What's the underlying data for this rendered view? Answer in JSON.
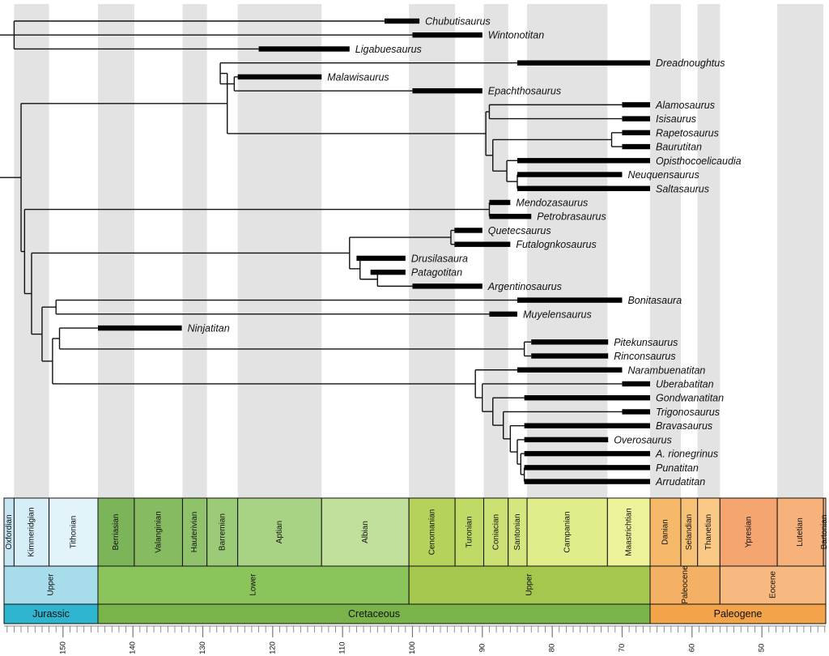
{
  "colors": {
    "band": "#e3e3e3",
    "branch": "#111111",
    "range_bar": "#000000",
    "jurassic": "#2fb5cf",
    "jurassic_upper": "#a7dcea",
    "cretaceous": "#7ab34a",
    "cretaceous_lower": "#8cc45c",
    "cretaceous_upper": "#a6c74e",
    "paleogene": "#f3a34a",
    "paleocene": "#f4b064",
    "eocene": "#f8b980"
  },
  "axis": {
    "tick_labels": [
      "150",
      "140",
      "130",
      "120",
      "110",
      "100",
      "90",
      "80",
      "70",
      "60",
      "50"
    ]
  },
  "taxa": [
    {
      "label": "Chubutisaurus",
      "range_ma": [
        104,
        99
      ]
    },
    {
      "label": "Wintonotitan",
      "range_ma": [
        100,
        90
      ]
    },
    {
      "label": "Ligabuesaurus",
      "range_ma": [
        122,
        109
      ]
    },
    {
      "label": "Dreadnoughtus",
      "range_ma": [
        85,
        66
      ]
    },
    {
      "label": "Malawisaurus",
      "range_ma": [
        125,
        113
      ]
    },
    {
      "label": "Epachthosaurus",
      "range_ma": [
        100,
        90
      ]
    },
    {
      "label": "Alamosaurus",
      "range_ma": [
        70,
        66
      ]
    },
    {
      "label": "Isisaurus",
      "range_ma": [
        70,
        66
      ]
    },
    {
      "label": "Rapetosaurus",
      "range_ma": [
        70,
        66
      ]
    },
    {
      "label": "Baurutitan",
      "range_ma": [
        70,
        66
      ]
    },
    {
      "label": "Opisthocoelicaudia",
      "range_ma": [
        85,
        66
      ]
    },
    {
      "label": "Neuquensaurus",
      "range_ma": [
        85,
        70
      ]
    },
    {
      "label": "Saltasaurus",
      "range_ma": [
        85,
        66
      ]
    },
    {
      "label": "Mendozasaurus",
      "range_ma": [
        89,
        86
      ]
    },
    {
      "label": "Petrobrasaurus",
      "range_ma": [
        89,
        83
      ]
    },
    {
      "label": "Quetecsaurus",
      "range_ma": [
        94,
        90
      ]
    },
    {
      "label": "Futalognkosaurus",
      "range_ma": [
        94,
        86
      ]
    },
    {
      "label": "Drusilasaura",
      "range_ma": [
        108,
        101
      ]
    },
    {
      "label": "Patagotitan",
      "range_ma": [
        106,
        101
      ]
    },
    {
      "label": "Argentinosaurus",
      "range_ma": [
        100,
        90
      ]
    },
    {
      "label": "Bonitasaura",
      "range_ma": [
        85,
        70
      ]
    },
    {
      "label": "Muyelensaurus",
      "range_ma": [
        89,
        85
      ]
    },
    {
      "label": "Ninjatitan",
      "range_ma": [
        145,
        133
      ]
    },
    {
      "label": "Pitekunsaurus",
      "range_ma": [
        83,
        72
      ]
    },
    {
      "label": "Rinconsaurus",
      "range_ma": [
        83,
        72
      ]
    },
    {
      "label": "Narambuenatitan",
      "range_ma": [
        85,
        70
      ]
    },
    {
      "label": "Uberabatitan",
      "range_ma": [
        70,
        66
      ]
    },
    {
      "label": "Gondwanatitan",
      "range_ma": [
        84,
        66
      ]
    },
    {
      "label": "Trigonosaurus",
      "range_ma": [
        70,
        66
      ]
    },
    {
      "label": "Bravasaurus",
      "range_ma": [
        84,
        66
      ]
    },
    {
      "label": "Overosaurus",
      "range_ma": [
        84,
        72
      ]
    },
    {
      "label": "A. rionegrinus",
      "range_ma": [
        84,
        66
      ]
    },
    {
      "label": "Punatitan",
      "range_ma": [
        84,
        66
      ]
    },
    {
      "label": "Arrudatitan",
      "range_ma": [
        84,
        66
      ]
    }
  ],
  "timescale": {
    "stages": [
      {
        "name": "Oxfordian",
        "start": 164,
        "end": 157,
        "color": "#c8e6f2"
      },
      {
        "name": "Kimmeridgian",
        "start": 157,
        "end": 152,
        "color": "#d6eef7"
      },
      {
        "name": "Tithonian",
        "start": 152,
        "end": 145,
        "color": "#e2f3fa"
      },
      {
        "name": "Berriasian",
        "start": 145,
        "end": 139.8,
        "color": "#7cb45a"
      },
      {
        "name": "Valanginian",
        "start": 139.8,
        "end": 132.9,
        "color": "#86bb62"
      },
      {
        "name": "Hauterivian",
        "start": 132.9,
        "end": 129.4,
        "color": "#90c26c"
      },
      {
        "name": "Barremian",
        "start": 129.4,
        "end": 125,
        "color": "#9ccb78"
      },
      {
        "name": "Aptian",
        "start": 125,
        "end": 113,
        "color": "#a9d384"
      },
      {
        "name": "Albian",
        "start": 113,
        "end": 100.5,
        "color": "#c0e09c"
      },
      {
        "name": "Cenomanian",
        "start": 100.5,
        "end": 93.9,
        "color": "#b5d35a"
      },
      {
        "name": "Turonian",
        "start": 93.9,
        "end": 89.8,
        "color": "#c0da66"
      },
      {
        "name": "Coniacian",
        "start": 89.8,
        "end": 86.3,
        "color": "#cbe072"
      },
      {
        "name": "Santonian",
        "start": 86.3,
        "end": 83.6,
        "color": "#d6e67e"
      },
      {
        "name": "Campanian",
        "start": 83.6,
        "end": 72.1,
        "color": "#e1ec8a"
      },
      {
        "name": "Maastrichtian",
        "start": 72.1,
        "end": 66,
        "color": "#ecf29a"
      },
      {
        "name": "Danian",
        "start": 66,
        "end": 61.6,
        "color": "#f6b96a"
      },
      {
        "name": "Selandian",
        "start": 61.6,
        "end": 59.2,
        "color": "#f8c178"
      },
      {
        "name": "Thanetian",
        "start": 59.2,
        "end": 56,
        "color": "#fac986"
      },
      {
        "name": "Ypresian",
        "start": 56,
        "end": 47.8,
        "color": "#f5a570"
      },
      {
        "name": "Lutetian",
        "start": 47.8,
        "end": 41.2,
        "color": "#f7b27c"
      },
      {
        "name": "Bartonian",
        "start": 41.2,
        "end": 37.8,
        "color": "#f9be8a"
      }
    ],
    "series": [
      {
        "name": "Upper",
        "start": 164,
        "end": 145,
        "color": "#a7dcea"
      },
      {
        "name": "Lower",
        "start": 145,
        "end": 100.5,
        "color": "#8cc45c"
      },
      {
        "name": "Upper",
        "start": 100.5,
        "end": 66,
        "color": "#a6c74e"
      },
      {
        "name": "Paleocene",
        "start": 66,
        "end": 56,
        "color": "#f4b064"
      },
      {
        "name": "Eocene",
        "start": 56,
        "end": 37.8,
        "color": "#f8b980"
      }
    ],
    "periods": [
      {
        "name": "Jurassic",
        "start": 164,
        "end": 145,
        "color": "#2fb5cf"
      },
      {
        "name": "Cretaceous",
        "start": 145,
        "end": 66,
        "color": "#7ab34a"
      },
      {
        "name": "Paleogene",
        "start": 66,
        "end": 37.8,
        "color": "#f3a34a"
      }
    ]
  }
}
